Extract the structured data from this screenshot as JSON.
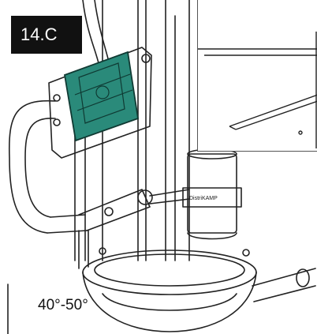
{
  "step": {
    "label": "14.C"
  },
  "angle": {
    "label": "40°-50°"
  },
  "module": {
    "color": "#2a8a7a"
  },
  "plate": {
    "text": "DistriKAMP"
  }
}
